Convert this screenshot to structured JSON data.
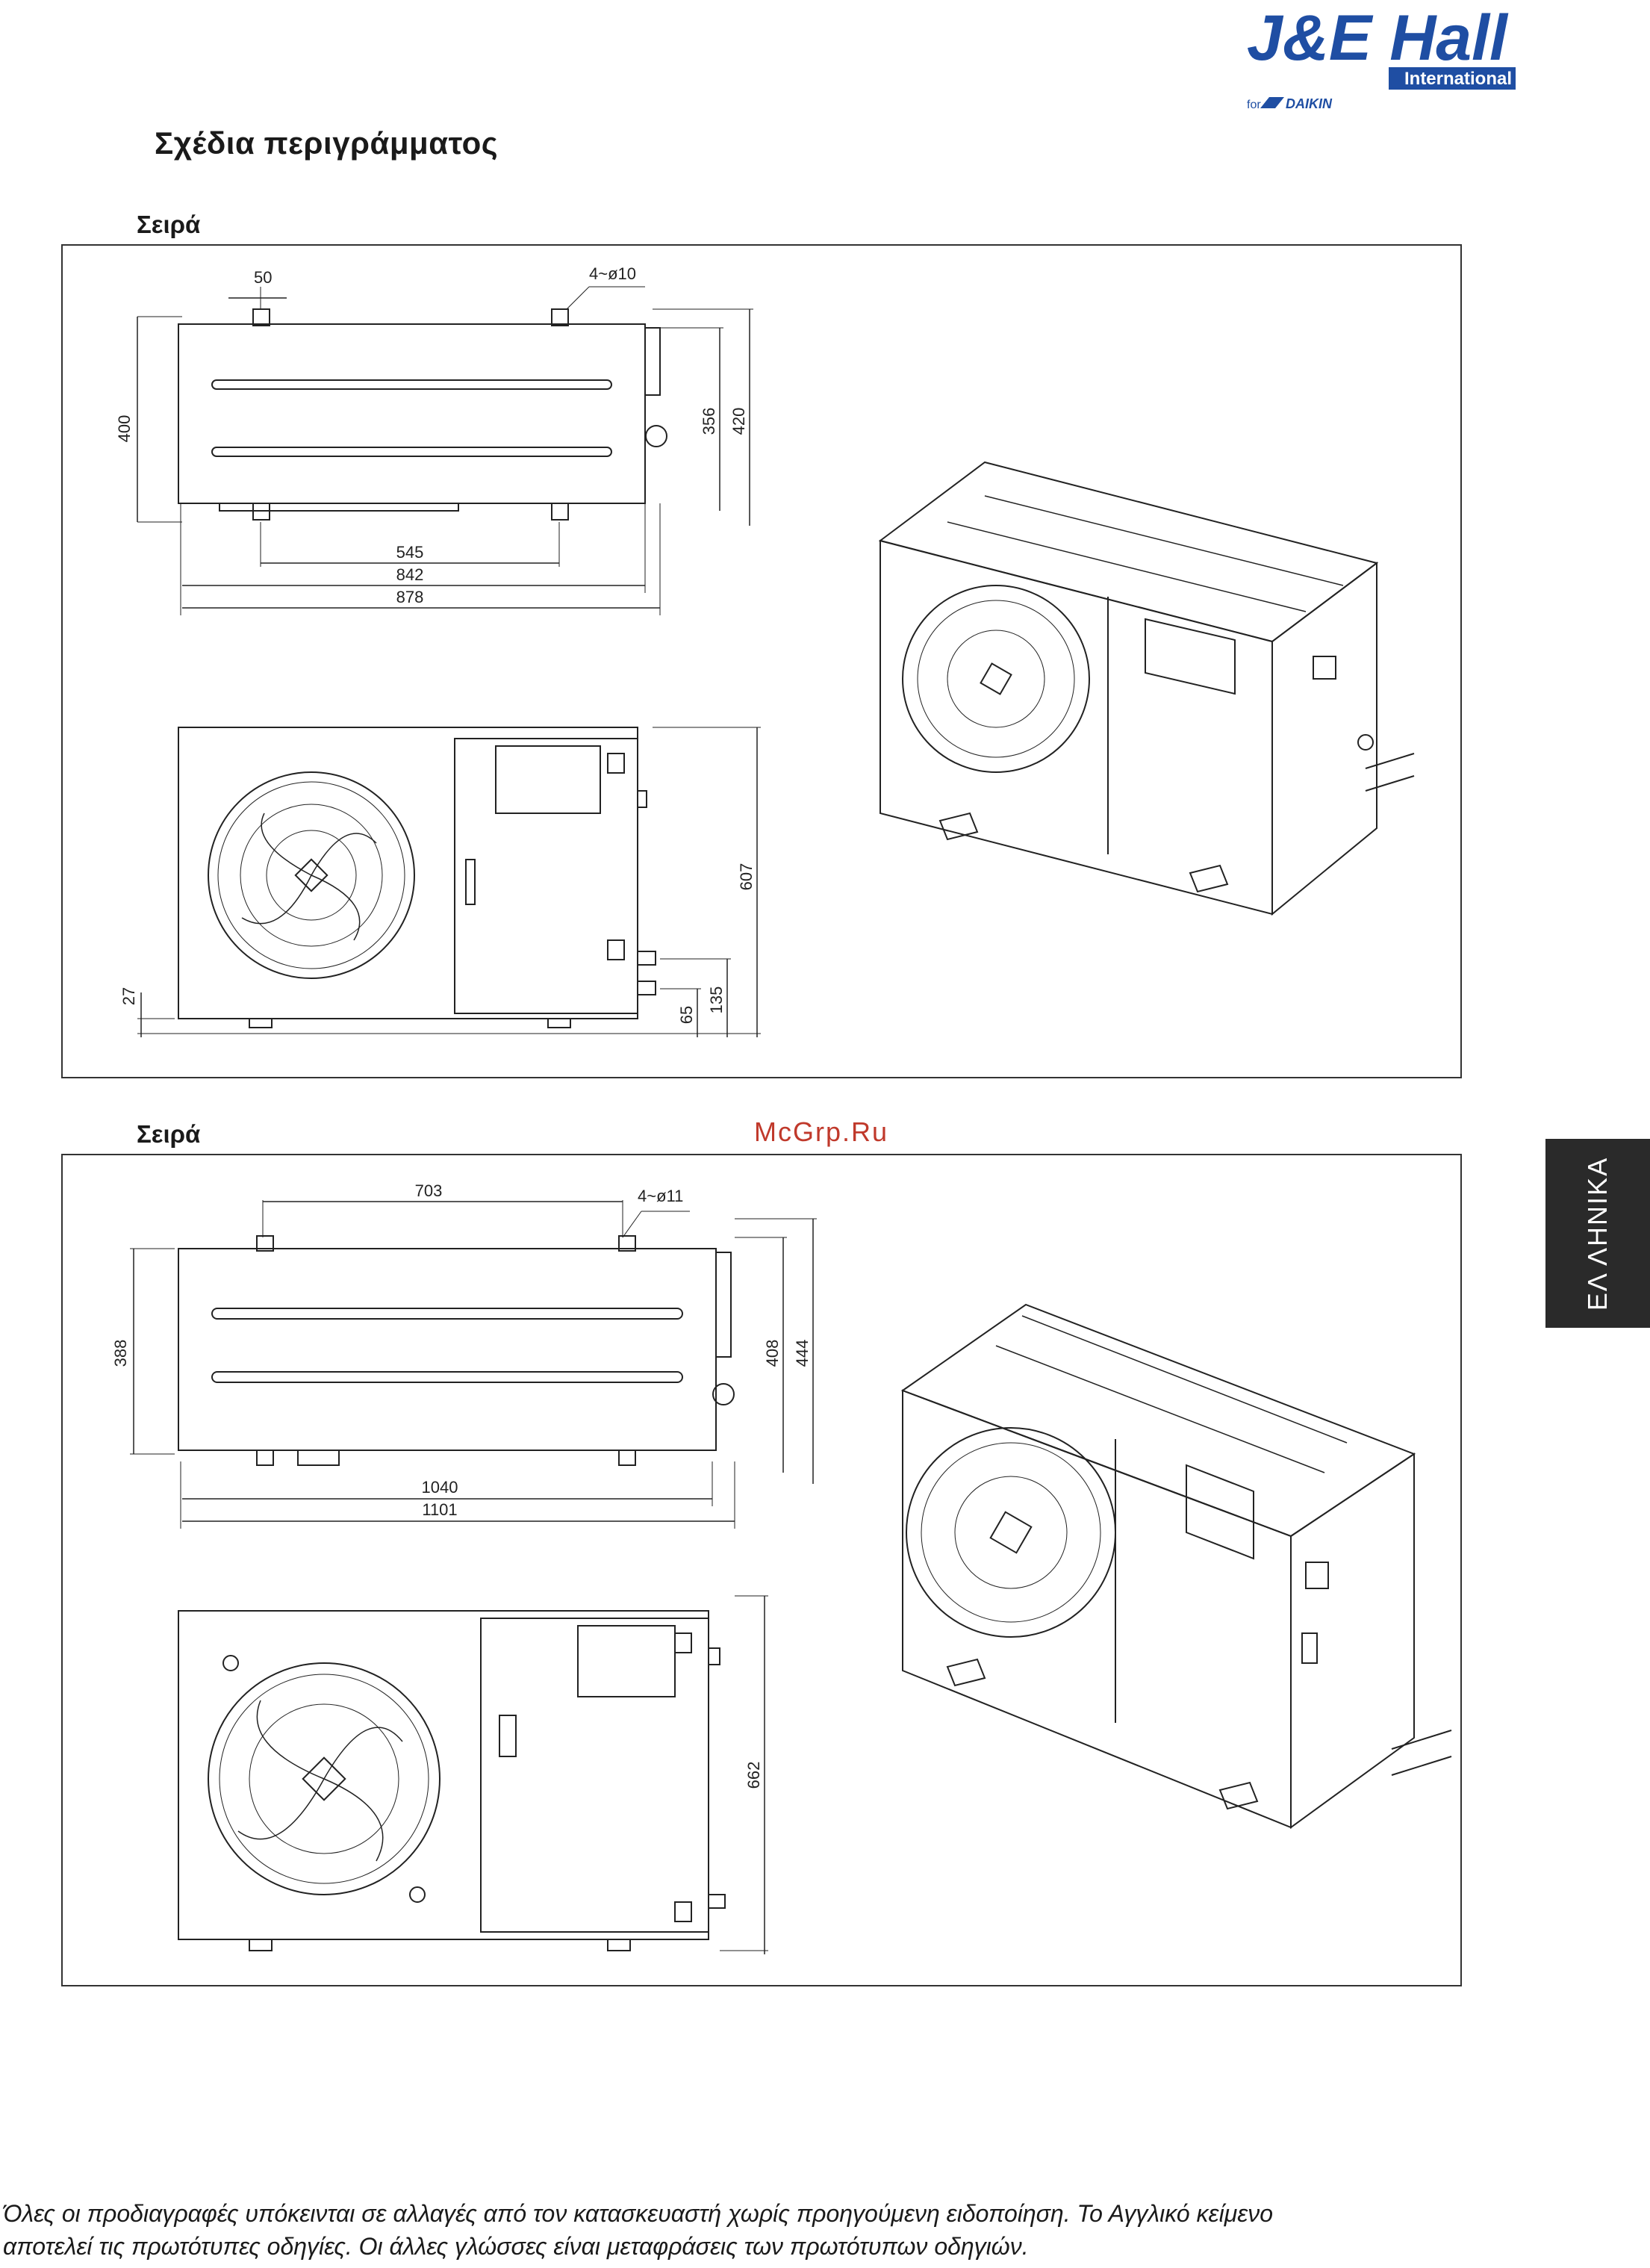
{
  "logo": {
    "brand": "J&E Hall",
    "sub": "International",
    "for_text": "for",
    "partner": "DAIKIN"
  },
  "page_title": "Σχέδια περιγράμματος",
  "sections": [
    {
      "label": "Σειρά",
      "top_view_dims": [
        "50",
        "4~ø10",
        "400",
        "356",
        "420",
        "545",
        "842",
        "878"
      ],
      "front_view_dims": [
        "607",
        "27",
        "65",
        "135"
      ]
    },
    {
      "label": "Σειρά",
      "top_view_dims": [
        "703",
        "4~ø11",
        "388",
        "408",
        "444",
        "1040",
        "1101"
      ],
      "front_view_dims": [
        "662"
      ]
    }
  ],
  "watermark": "McGrp.Ru",
  "side_tab": "ΕΛ ΛΗΝΙΚΑ",
  "footer": {
    "line1": "Όλες οι προδιαγραφές υπόκεινται σε αλλαγές από τον κατασκευαστή χωρίς προηγούμενη ειδοποίηση. Το Αγγλικό κείμενο",
    "line2": "αποτελεί τις πρωτότυπες οδηγίες. Οι άλλες γλώσσες είναι μεταφράσεις των πρωτότυπων οδηγιών."
  },
  "colors": {
    "logo_blue": "#1f4ea3",
    "watermark_red": "#c0392b",
    "tab_bg": "#2a2a2a"
  }
}
